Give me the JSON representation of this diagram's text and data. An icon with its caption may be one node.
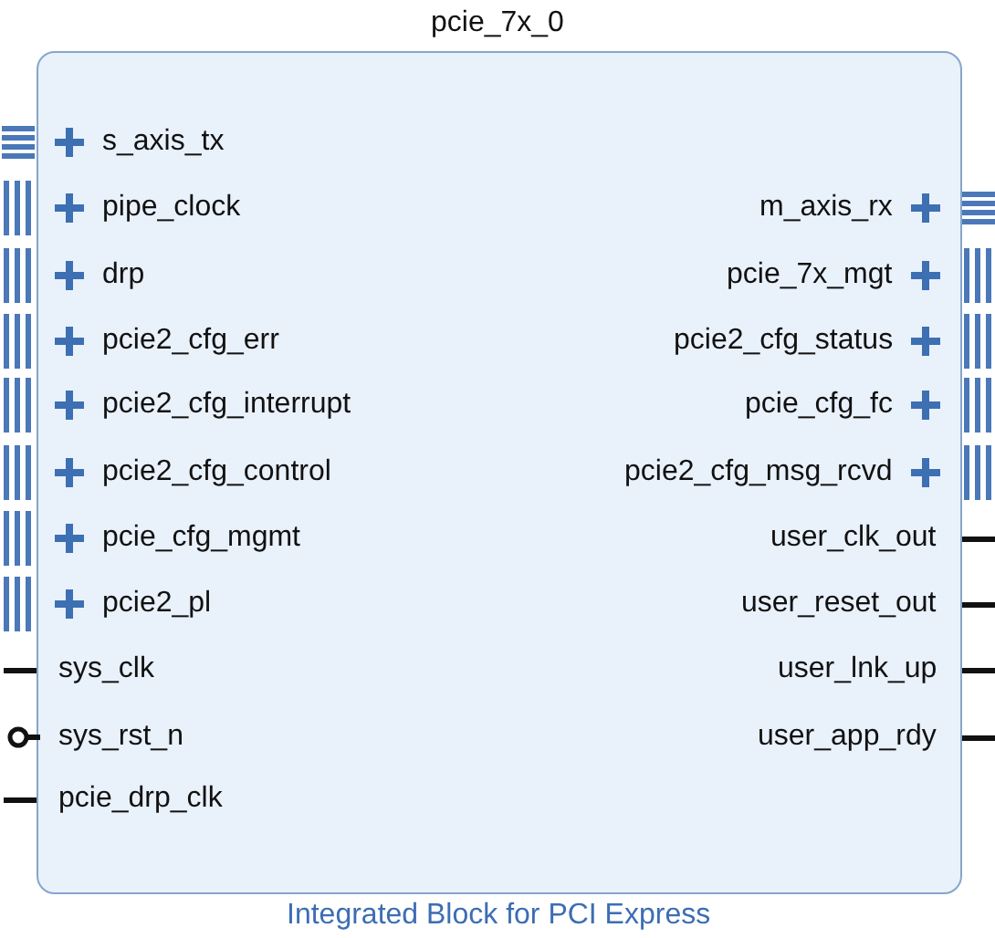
{
  "diagram": {
    "nodes": [
      {
        "text": [
          "pcie_7x_0",
          "Integrated Block for PCI Express"
        ]
      }
    ],
    "edges": [],
    "labels": [
      "s_axis_tx",
      "pipe_clock",
      "m_axis_rx",
      "drp",
      "pcie_7x_mgt",
      "pcie2_cfg_err",
      "pcie2_cfg_status",
      "pcie2_cfg_interrupt",
      "pcie_cfg_fc",
      "pcie2_cfg_control",
      "pcie2_cfg_msg_rcvd",
      "pcie_cfg_mgmt",
      "user_clk_out",
      "pcie2_pl",
      "user_reset_out",
      "sys_clk",
      "user_lnk_up",
      "sys_rst_n",
      "user_app_rdy",
      "pcie_drp_clk"
    ]
  }
}
